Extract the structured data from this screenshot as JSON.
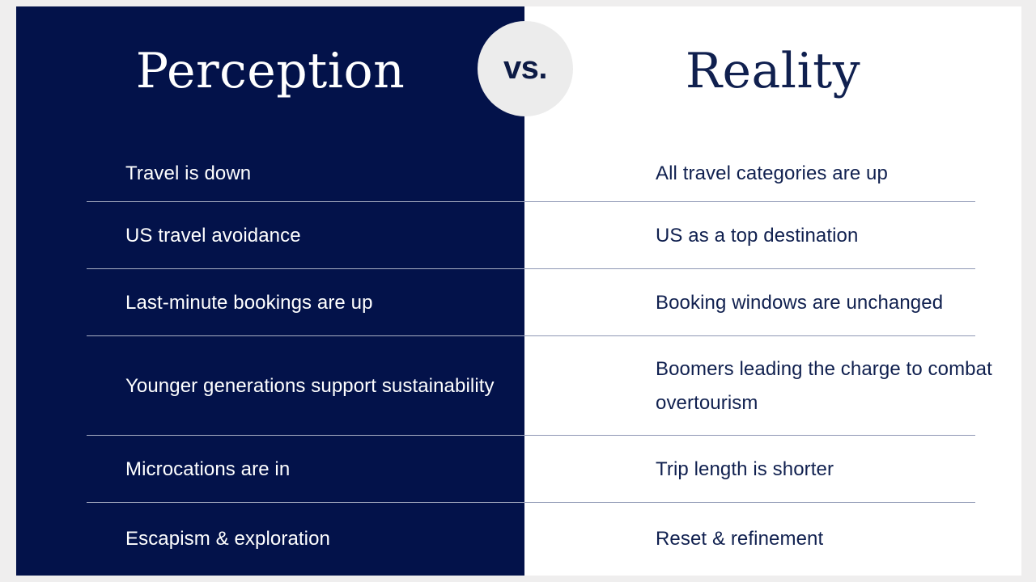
{
  "slide": {
    "background_color": "#ffffff",
    "outer_background_color": "#efeeee",
    "navy_color": "#03124a",
    "accent_text_color": "#10204f",
    "divider_color": "#8e97b4"
  },
  "headings": {
    "left": "Perception",
    "right": "Reality",
    "badge": "vs."
  },
  "comparison_rows": [
    {
      "perception": "Travel is down",
      "reality": "All travel categories are up",
      "two_line": false
    },
    {
      "perception": "US travel avoidance",
      "reality": "US as a top destination",
      "two_line": false
    },
    {
      "perception": "Last-minute bookings are up",
      "reality": "Booking windows are unchanged",
      "two_line": false
    },
    {
      "perception": "Younger generations support sustainability",
      "reality": "Boomers leading the charge to combat overtourism",
      "two_line": true
    },
    {
      "perception": "Microcations are in",
      "reality": "Trip length is shorter",
      "two_line": false
    },
    {
      "perception": "Escapism & exploration",
      "reality": "Reset & refinement",
      "two_line": false
    }
  ]
}
